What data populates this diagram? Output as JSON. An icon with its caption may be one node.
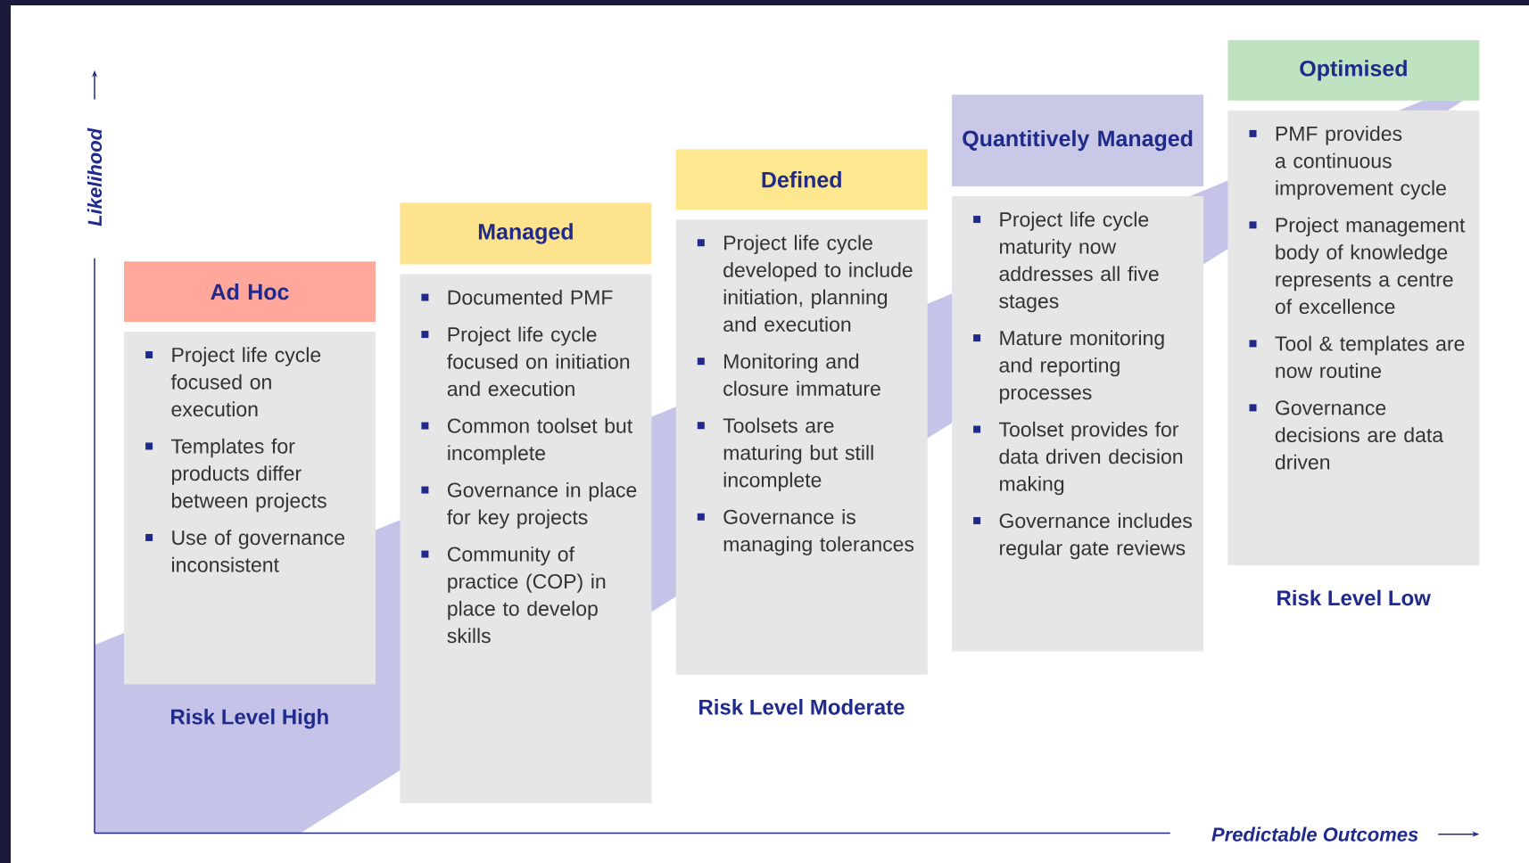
{
  "diagram": {
    "nodes": [
      {
        "text": [
          "Ad Hoc"
        ]
      },
      {
        "text": [
          "Project life cycle focused on execution",
          "Templates for products differ between projects",
          "Use of governance inconsistent"
        ],
        "beside": [
          "Risk Level High"
        ]
      },
      {
        "text": [
          "Managed"
        ]
      },
      {
        "text": [
          "Documented PMF",
          "Project life cycle focused on initiation and execution",
          "Common toolset but incomplete",
          "Governance in place for key projects",
          "Community of practice (COP) in place to develop skills"
        ]
      },
      {
        "text": [
          "Defined"
        ]
      },
      {
        "text": [
          "Project life cycle developed to include initiation, planning and execution",
          "Monitoring and closure immature",
          "Toolsets are maturing but still incomplete",
          "Governance is managing tolerances"
        ],
        "beside": [
          "Risk Level Moderate"
        ]
      },
      {
        "text": [
          "Quantitively Managed"
        ]
      },
      {
        "text": [
          "Project life cycle maturity now addresses all five stages",
          "Mature monitoring and reporting processes",
          "Toolset provides for data driven decision making",
          "Governance includes regular gate reviews"
        ]
      },
      {
        "text": [
          "Optimised"
        ]
      },
      {
        "text": [
          "PMF provides a continuous improvement cycle",
          "Project management body of knowledge represents a centre of excellence",
          "Tool & templates are now routine",
          "Governance decisions are data driven"
        ],
        "beside": [
          "Risk Level Low"
        ]
      }
    ],
    "labels": [
      "Likelihood",
      "Predictable Outcomes"
    ]
  }
}
